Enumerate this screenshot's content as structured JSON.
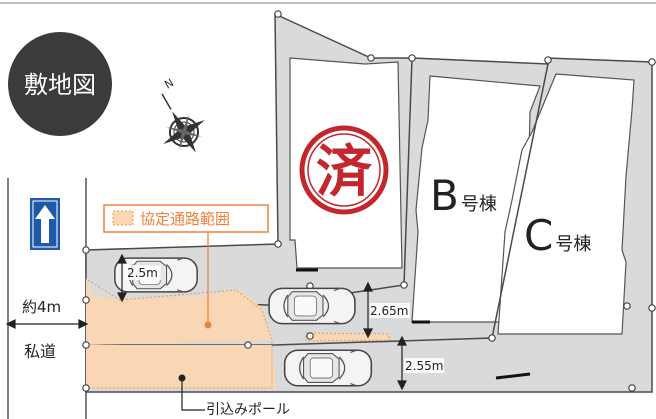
{
  "badge": {
    "label": "敷地図"
  },
  "compass": {
    "north": "N"
  },
  "legend": {
    "label": "協定通路範囲",
    "color": "#f9d7b5",
    "border": "#f0984a"
  },
  "sold_stamp": {
    "label": "済",
    "color": "#c1272d"
  },
  "buildings": [
    {
      "letter": "B",
      "suffix": "号棟"
    },
    {
      "letter": "C",
      "suffix": "号棟"
    }
  ],
  "dimensions": {
    "road_width": "約4m",
    "parking_a": "2.5m",
    "parking_b": "2.65m",
    "parking_c": "2.55m"
  },
  "road": {
    "label": "私道"
  },
  "pole": {
    "label": "引込みポール"
  },
  "colors": {
    "lot_fill": "#d9dadb",
    "lot_stroke": "#4a4a4a",
    "agreement_fill": "#f9d7b5",
    "badge_bg": "#3b3b3b",
    "arrow_blue": "#1e5aa8",
    "marker_orange": "#f0803c"
  },
  "icons": {
    "compass": "compass-rose-icon",
    "arrow": "one-way-arrow-up-icon",
    "cars": "car-top-view-icon"
  }
}
